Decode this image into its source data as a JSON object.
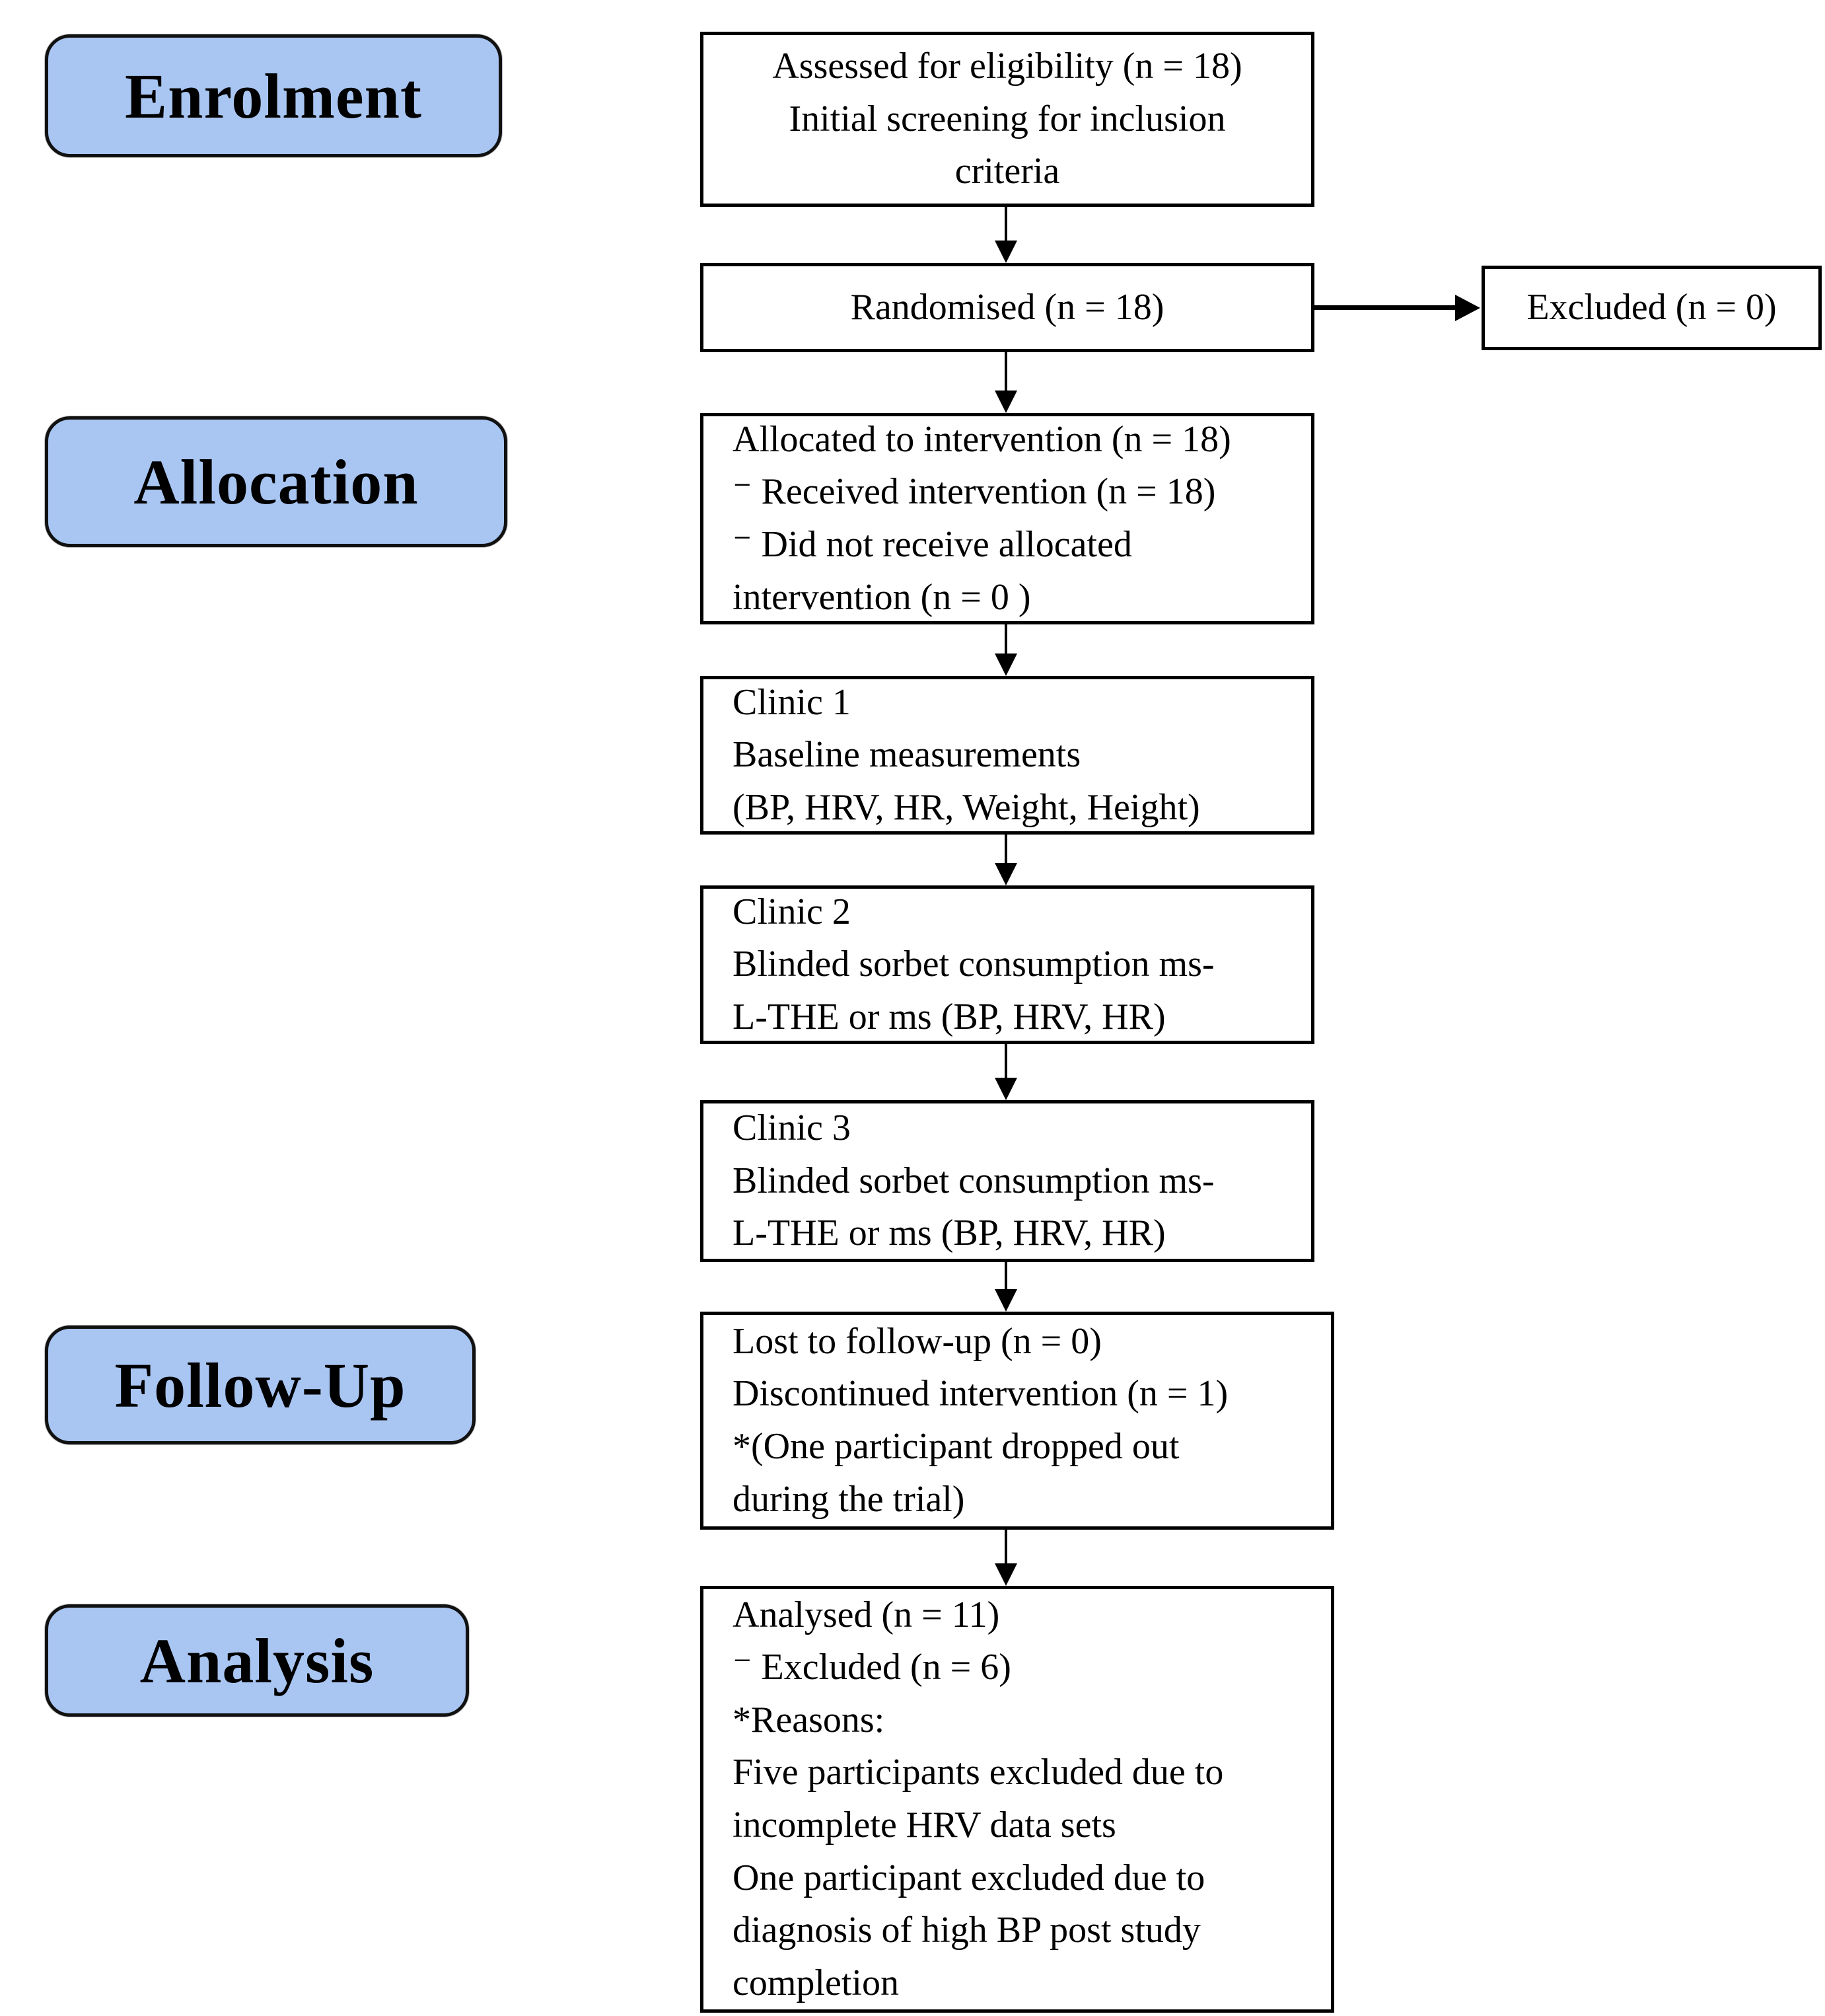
{
  "stage_labels": {
    "enrolment": "Enrolment",
    "allocation": "Allocation",
    "follow_up": "Follow-Up",
    "analysis": "Analysis"
  },
  "boxes": {
    "assessed": "Assessed for eligibility (n = 18)\nInitial screening for inclusion\ncriteria",
    "randomised": "Randomised (n = 18)",
    "excluded": "Excluded (n = 0)",
    "allocated": "Allocated to intervention (n = 18)\n⁻ Received intervention (n = 18)\n⁻ Did not receive allocated\nintervention (n = 0 )",
    "clinic1": "Clinic 1\nBaseline measurements\n(BP, HRV, HR, Weight, Height)",
    "clinic2": "Clinic 2\nBlinded sorbet consumption ms-\nL-THE or ms (BP, HRV, HR)",
    "clinic3": "Clinic 3\nBlinded sorbet consumption ms-\nL-THE or ms (BP, HRV, HR)",
    "follow_up": "Lost to follow-up (n = 0)\nDiscontinued intervention (n = 1)\n*(One participant dropped out\nduring the trial)",
    "analysis": "Analysed (n = 11)\n⁻ Excluded (n = 6)\n*Reasons:\nFive participants excluded due to\nincomplete HRV data sets\nOne participant excluded due to\ndiagnosis of high BP post study\ncompletion"
  },
  "colors": {
    "stage_fill": "#a9c6f3",
    "box_border": "#000000",
    "background": "#ffffff"
  }
}
